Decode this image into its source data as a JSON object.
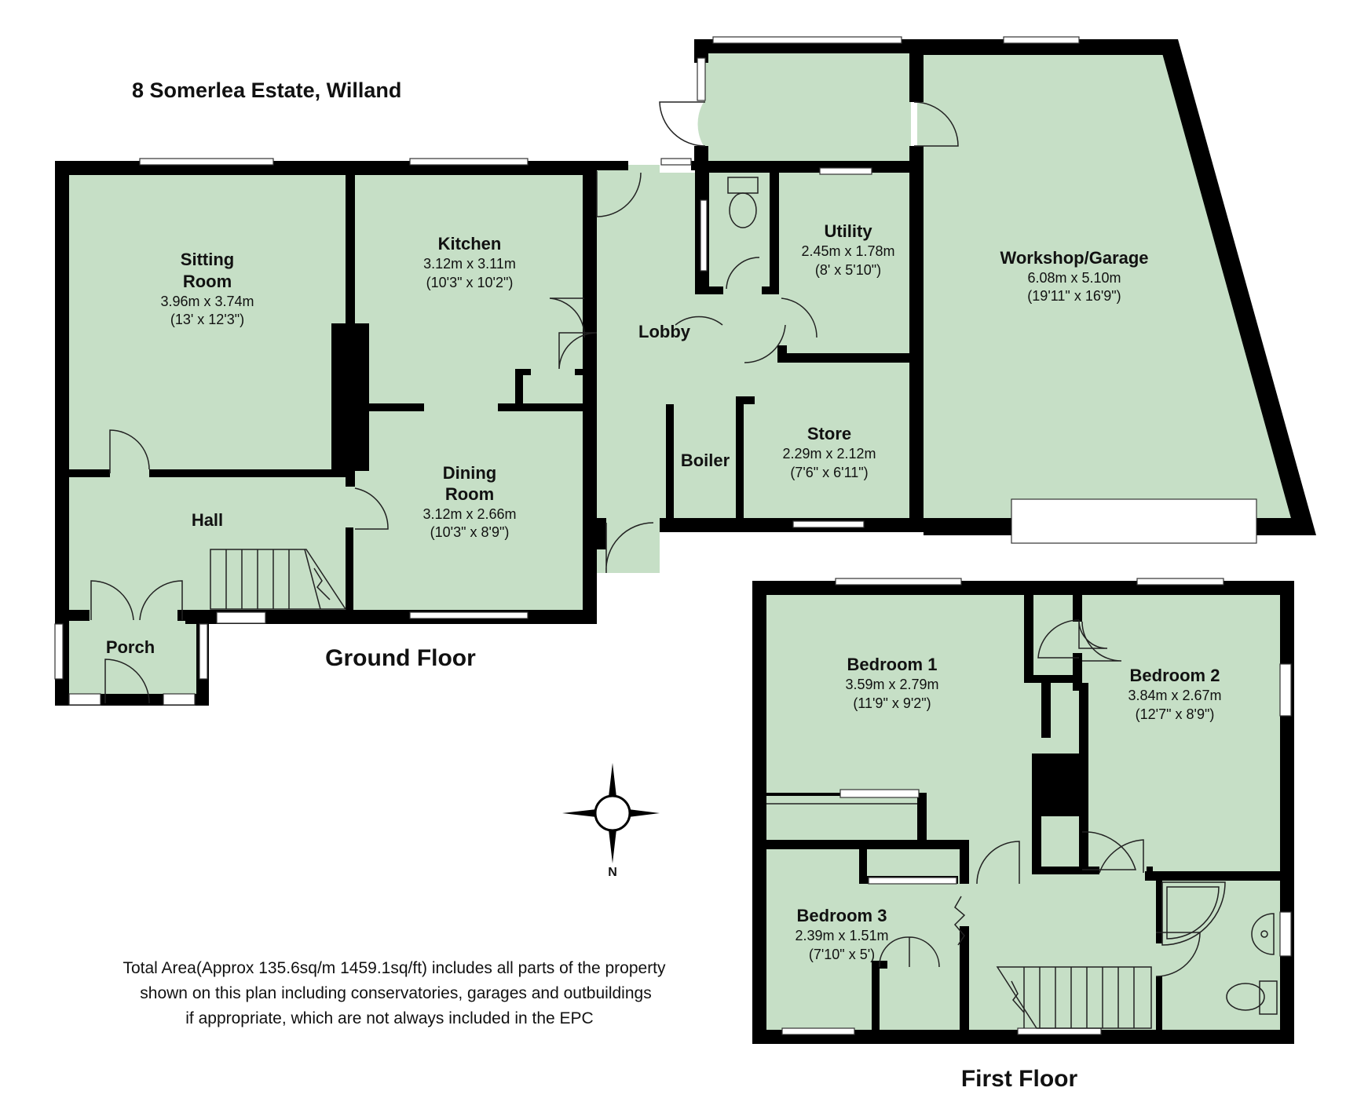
{
  "property_title": "8 Somerlea Estate, Willand",
  "floors": {
    "ground": "Ground Floor",
    "first": "First Floor"
  },
  "rooms": {
    "sitting": {
      "line1": "Sitting",
      "line2": "Room",
      "metric": "3.96m x 3.74m",
      "imperial": "(13' x 12'3\")"
    },
    "kitchen": {
      "line1": "Kitchen",
      "metric": "3.12m x 3.11m",
      "imperial": "(10'3\" x 10'2\")"
    },
    "dining": {
      "line1": "Dining",
      "line2": "Room",
      "metric": "3.12m x 2.66m",
      "imperial": "(10'3\" x 8'9\")"
    },
    "hall": {
      "line1": "Hall"
    },
    "porch": {
      "line1": "Porch"
    },
    "lobby": {
      "line1": "Lobby"
    },
    "utility": {
      "line1": "Utility",
      "metric": "2.45m x 1.78m",
      "imperial": "(8' x 5'10\")"
    },
    "store": {
      "line1": "Store",
      "metric": "2.29m x 2.12m",
      "imperial": "(7'6\" x 6'11\")"
    },
    "boiler": {
      "line1": "Boiler"
    },
    "workshop": {
      "line1": "Workshop/Garage",
      "metric": "6.08m x 5.10m",
      "imperial": "(19'11\" x 16'9\")"
    },
    "bed1": {
      "line1": "Bedroom 1",
      "metric": "3.59m x 2.79m",
      "imperial": "(11'9\" x 9'2\")"
    },
    "bed2": {
      "line1": "Bedroom 2",
      "metric": "3.84m x 2.67m",
      "imperial": "(12'7\" x 8'9\")"
    },
    "bed3": {
      "line1": "Bedroom 3",
      "metric": "2.39m x 1.51m",
      "imperial": "(7'10\" x 5')"
    }
  },
  "compass_label": "N",
  "area_note": {
    "line1": "Total Area(Approx 135.6sq/m 1459.1sq/ft) includes all parts of the property",
    "line2": "shown on this plan including  conservatories, garages and outbuildings",
    "line3": "if appropriate, which are not always included in the EPC"
  },
  "colors": {
    "room_fill": "#c6dfc6",
    "wall": "#000000"
  }
}
